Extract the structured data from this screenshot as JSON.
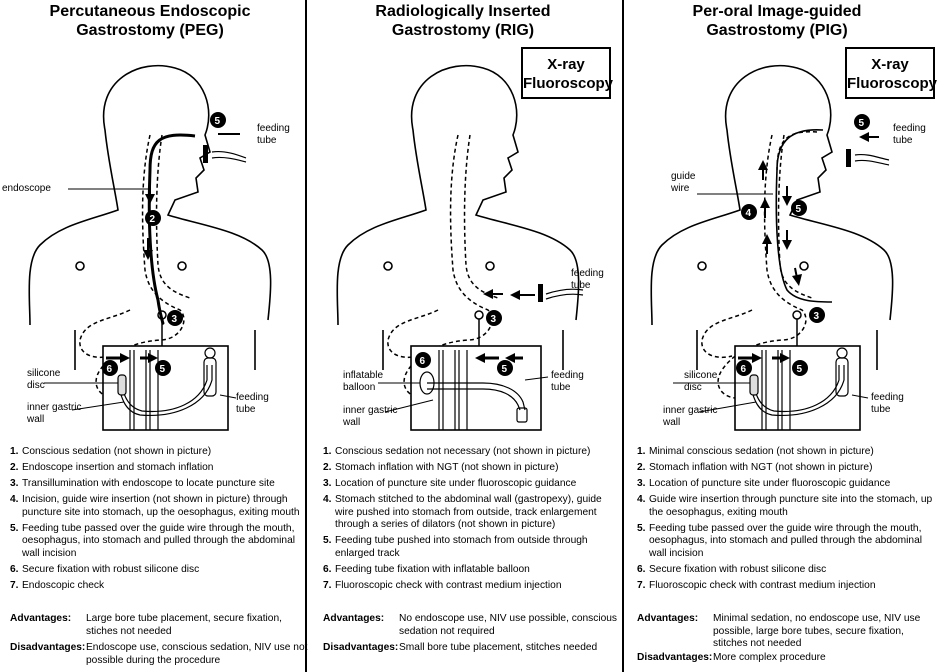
{
  "columns": [
    {
      "title_line1": "Percutaneous Endoscopic",
      "title_line2": "Gastrostomy (PEG)",
      "xray": "",
      "labels": {
        "feeding_tube": "feeding\ntube",
        "endoscope": "endoscope",
        "silicone_disc": "silicone\ndisc",
        "inner_wall": "inner gastric\nwall",
        "feeding_tube2": "feeding\ntube"
      },
      "steps": [
        {
          "n": "1.",
          "text": "Conscious sedation (not shown in picture)"
        },
        {
          "n": "2.",
          "text": "Endoscope insertion and stomach inflation"
        },
        {
          "n": "3.",
          "text": "Transillumination with endoscope to locate puncture site"
        },
        {
          "n": "4.",
          "text": "Incision, guide wire insertion (not shown in picture) through puncture site into stomach, up the oesophagus, exiting mouth"
        },
        {
          "n": "5.",
          "text": "Feeding tube passed over the guide wire through the mouth, oesophagus, into stomach and pulled through the abdominal wall incision"
        },
        {
          "n": "6.",
          "text": "Secure fixation with robust silicone disc"
        },
        {
          "n": "7.",
          "text": "Endoscopic check"
        }
      ],
      "advantages_label": "Advantages:",
      "advantages": "Large bore tube placement, secure fixation, stiches not needed",
      "disadvantages_label": "Disadvantages:",
      "disadvantages": "Endoscope use, conscious sedation, NIV use not possible during the procedure"
    },
    {
      "title_line1": "Radiologically Inserted",
      "title_line2": "Gastrostomy (RIG)",
      "xray": "X-ray\nFluoroscopy",
      "labels": {
        "feeding_tube": "feeding\ntube",
        "inflatable_balloon": "inflatable\nballoon",
        "inner_wall": "inner gastric\nwall",
        "feeding_tube2": "feeding\ntube"
      },
      "steps": [
        {
          "n": "1.",
          "text": "Conscious sedation not necessary (not shown in picture)"
        },
        {
          "n": "2.",
          "text": "Stomach inflation with NGT (not shown in picture)"
        },
        {
          "n": "3.",
          "text": "Location of puncture site under fluoroscopic guidance"
        },
        {
          "n": "4.",
          "text": "Stomach stitched to the abdominal wall (gastropexy), guide wire pushed into stomach from outside, track enlargement through a series of dilators (not shown in picture)"
        },
        {
          "n": "5.",
          "text": "Feeding tube pushed into stomach from outside through enlarged track"
        },
        {
          "n": "6.",
          "text": "Feeding tube fixation with inflatable balloon"
        },
        {
          "n": "7.",
          "text": "Fluoroscopic check with contrast medium injection"
        }
      ],
      "advantages_label": "Advantages:",
      "advantages": "No endoscope use, NIV use possible, conscious sedation not required",
      "disadvantages_label": "Disadvantages:",
      "disadvantages": "Small bore tube placement, stitches needed"
    },
    {
      "title_line1": "Per-oral Image-guided",
      "title_line2": "Gastrostomy (PIG)",
      "xray": "X-ray\nFluoroscopy",
      "labels": {
        "feeding_tube": "feeding\ntube",
        "guide_wire": "guide\nwire",
        "silicone_disc": "silicone\ndisc",
        "inner_wall": "inner gastric\nwall",
        "feeding_tube2": "feeding\ntube"
      },
      "steps": [
        {
          "n": "1.",
          "text": "Minimal conscious sedation (not shown in picture)"
        },
        {
          "n": "2.",
          "text": "Stomach inflation with NGT (not shown in picture)"
        },
        {
          "n": "3.",
          "text": "Location of puncture site under fluoroscopic guidance"
        },
        {
          "n": "4.",
          "text": "Guide wire insertion through puncture site into the stomach, up the oesophagus, exiting mouth"
        },
        {
          "n": "5.",
          "text": "Feeding tube passed over the guide wire through the mouth, oesophagus, into stomach and pulled through the abdominal wall incision"
        },
        {
          "n": "6.",
          "text": "Secure fixation with robust silicone disc"
        },
        {
          "n": "7.",
          "text": "Fluoroscopic check with contrast medium injection"
        }
      ],
      "advantages_label": "Advantages:",
      "advantages": "Minimal sedation, no endoscope use, NIV use possible, large bore tubes, secure fixation, stitches not needed",
      "disadvantages_label": "Disadvantages:",
      "disadvantages": "More complex procedure"
    }
  ],
  "markers": {
    "m2": "2",
    "m3": "3",
    "m4": "4",
    "m5": "5",
    "m6": "6"
  }
}
